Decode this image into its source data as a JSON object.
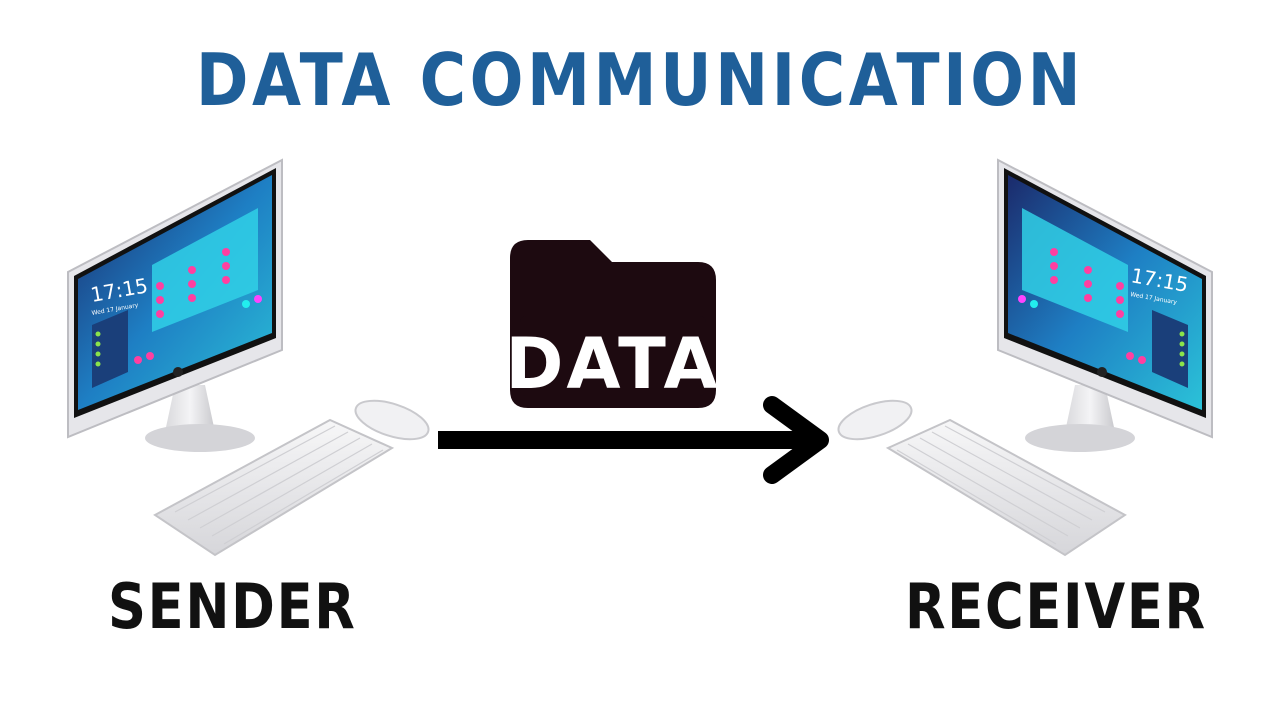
{
  "title": "DATA COMMUNICATION",
  "packet": {
    "label": "DATA"
  },
  "sender": {
    "label": "SENDER",
    "clock": "17:15",
    "date": "Wed 17 January"
  },
  "receiver": {
    "label": "RECEIVER",
    "clock": "17:15",
    "date": "Wed 17 January"
  },
  "colors": {
    "title": "#1f5f99",
    "folder": "#1d0a10",
    "arrow": "#000000",
    "screen": "#26b7d6"
  }
}
